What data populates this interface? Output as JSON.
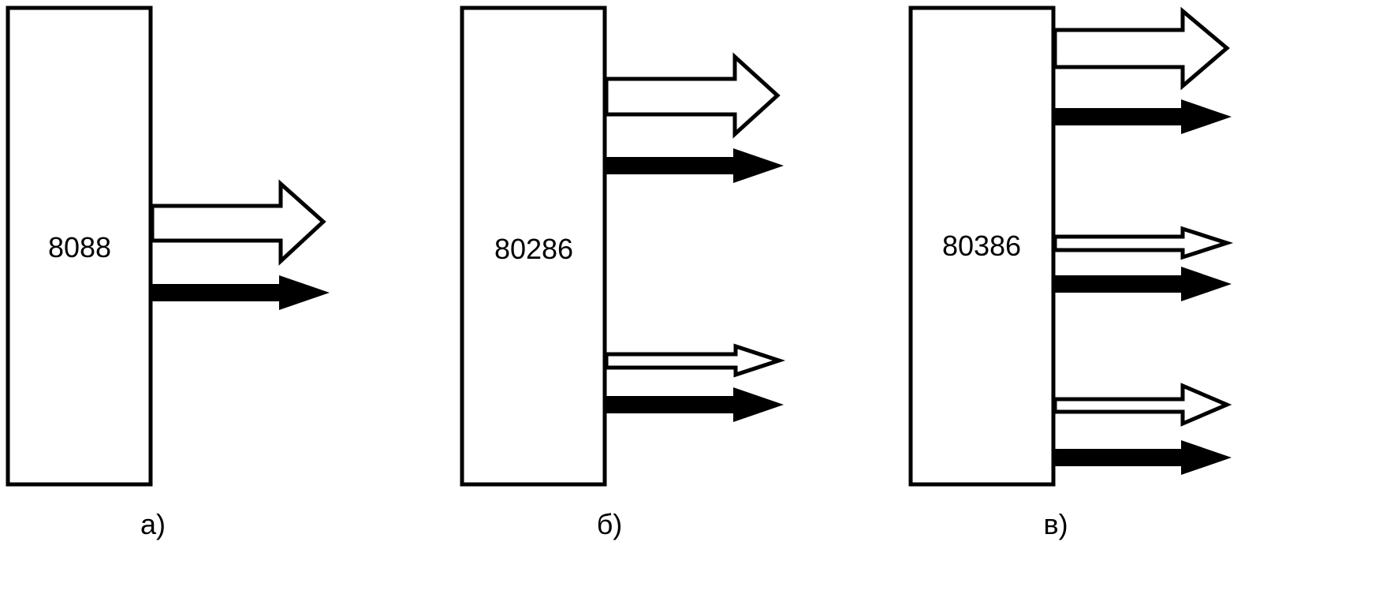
{
  "panels": [
    {
      "chip": "8088",
      "caption": "а)",
      "buses": [
        {
          "kind": "hollow",
          "width": "wide"
        },
        {
          "kind": "solid"
        }
      ]
    },
    {
      "chip": "80286",
      "caption": "б)",
      "buses": [
        {
          "kind": "hollow",
          "width": "wide"
        },
        {
          "kind": "solid"
        },
        {
          "kind": "hollow",
          "width": "narrow"
        },
        {
          "kind": "solid"
        }
      ]
    },
    {
      "chip": "80386",
      "caption": "в)",
      "buses": [
        {
          "kind": "hollow",
          "width": "wide"
        },
        {
          "kind": "solid"
        },
        {
          "kind": "hollow",
          "width": "narrow"
        },
        {
          "kind": "solid"
        },
        {
          "kind": "hollow",
          "width": "narrow"
        },
        {
          "kind": "solid"
        }
      ]
    }
  ],
  "colors": {
    "stroke": "#000000",
    "fill": "#ffffff"
  }
}
